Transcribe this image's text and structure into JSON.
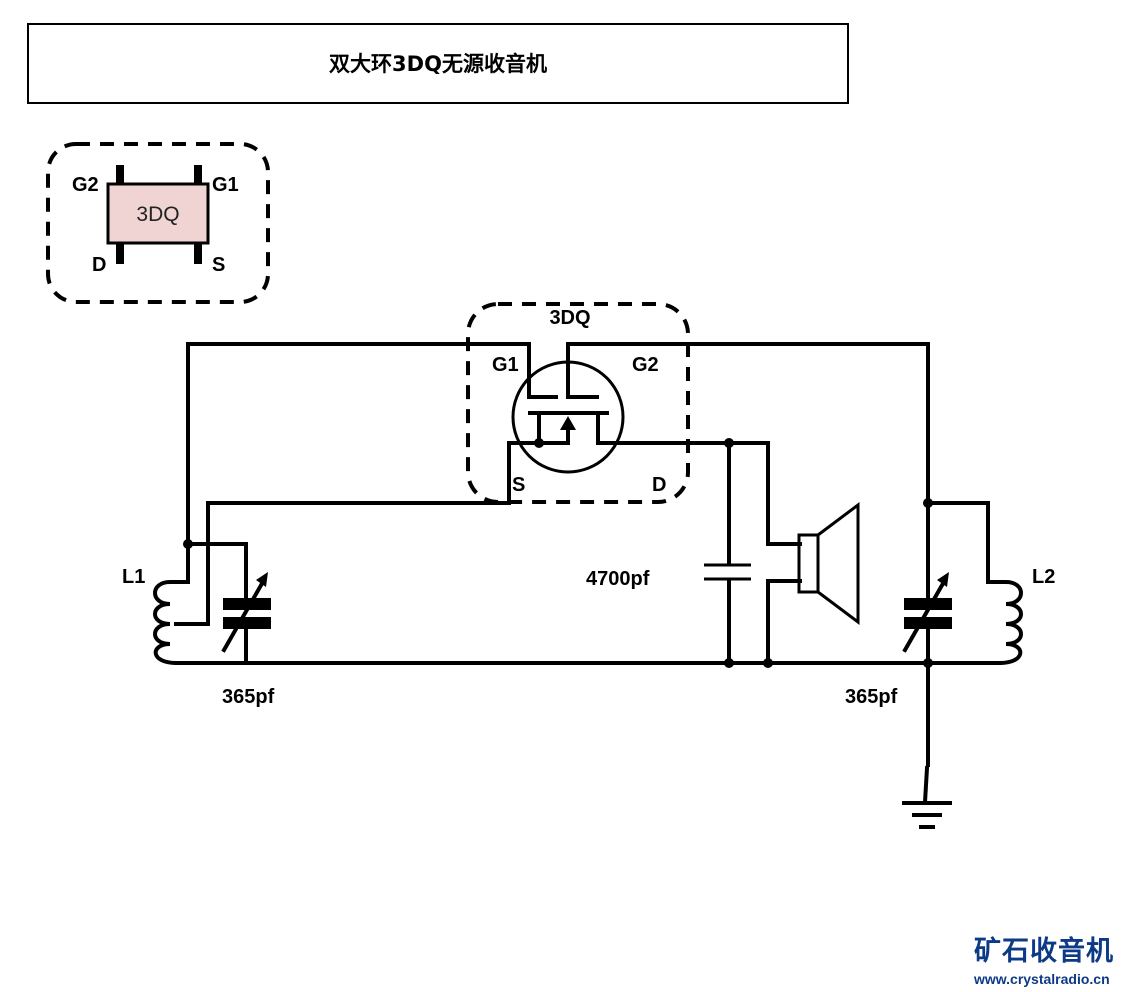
{
  "title": "双大环3DQ无源收音机",
  "pinout": {
    "chip_label": "3DQ",
    "chip_color": "#f0d4d4",
    "pins": {
      "top_left": "G2",
      "top_right": "G1",
      "bottom_left": "D",
      "bottom_right": "S"
    }
  },
  "transistor": {
    "label": "3DQ",
    "pins": {
      "g1": "G1",
      "g2": "G2",
      "s": "S",
      "d": "D"
    }
  },
  "components": {
    "l1": "L1",
    "l2": "L2",
    "c_left": "365pf",
    "c_right": "365pf",
    "c_mid": "4700pf"
  },
  "brand": {
    "name": "矿石收音机",
    "url": "www.crystalradio.cn",
    "color": "#0d3a86"
  }
}
